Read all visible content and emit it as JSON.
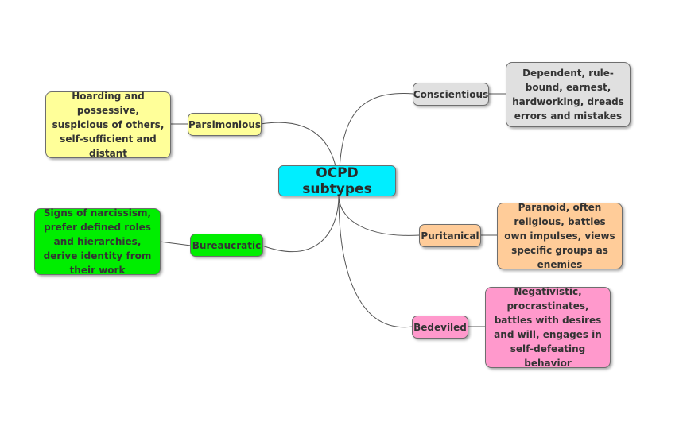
{
  "mindmap": {
    "root": {
      "label": "OCPD subtypes",
      "color": "#00eeff"
    },
    "branches": [
      {
        "key": "conscientious",
        "label": "Conscientious",
        "color": "#e0e0e0",
        "description": "Dependent, rule-bound, earnest, hardworking, dreads errors and mistakes"
      },
      {
        "key": "parsimonious",
        "label": "Parsimonious",
        "color": "#ffff99",
        "description": "Hoarding and possessive, suspicious of others, self-sufficient and distant"
      },
      {
        "key": "puritanical",
        "label": "Puritanical",
        "color": "#ffcc99",
        "description": "Paranoid, often religious, battles own impulses, views specific groups as enemies"
      },
      {
        "key": "bureaucratic",
        "label": "Bureaucratic",
        "color": "#00ee00",
        "description": "Signs of narcissism, prefer defined roles and hierarchies, derive identity from their work"
      },
      {
        "key": "bedeviled",
        "label": "Bedeviled",
        "color": "#ff99cc",
        "description": "Negativistic, procrastinates, battles with desires and will, engages in self-defeating behavior"
      }
    ]
  }
}
